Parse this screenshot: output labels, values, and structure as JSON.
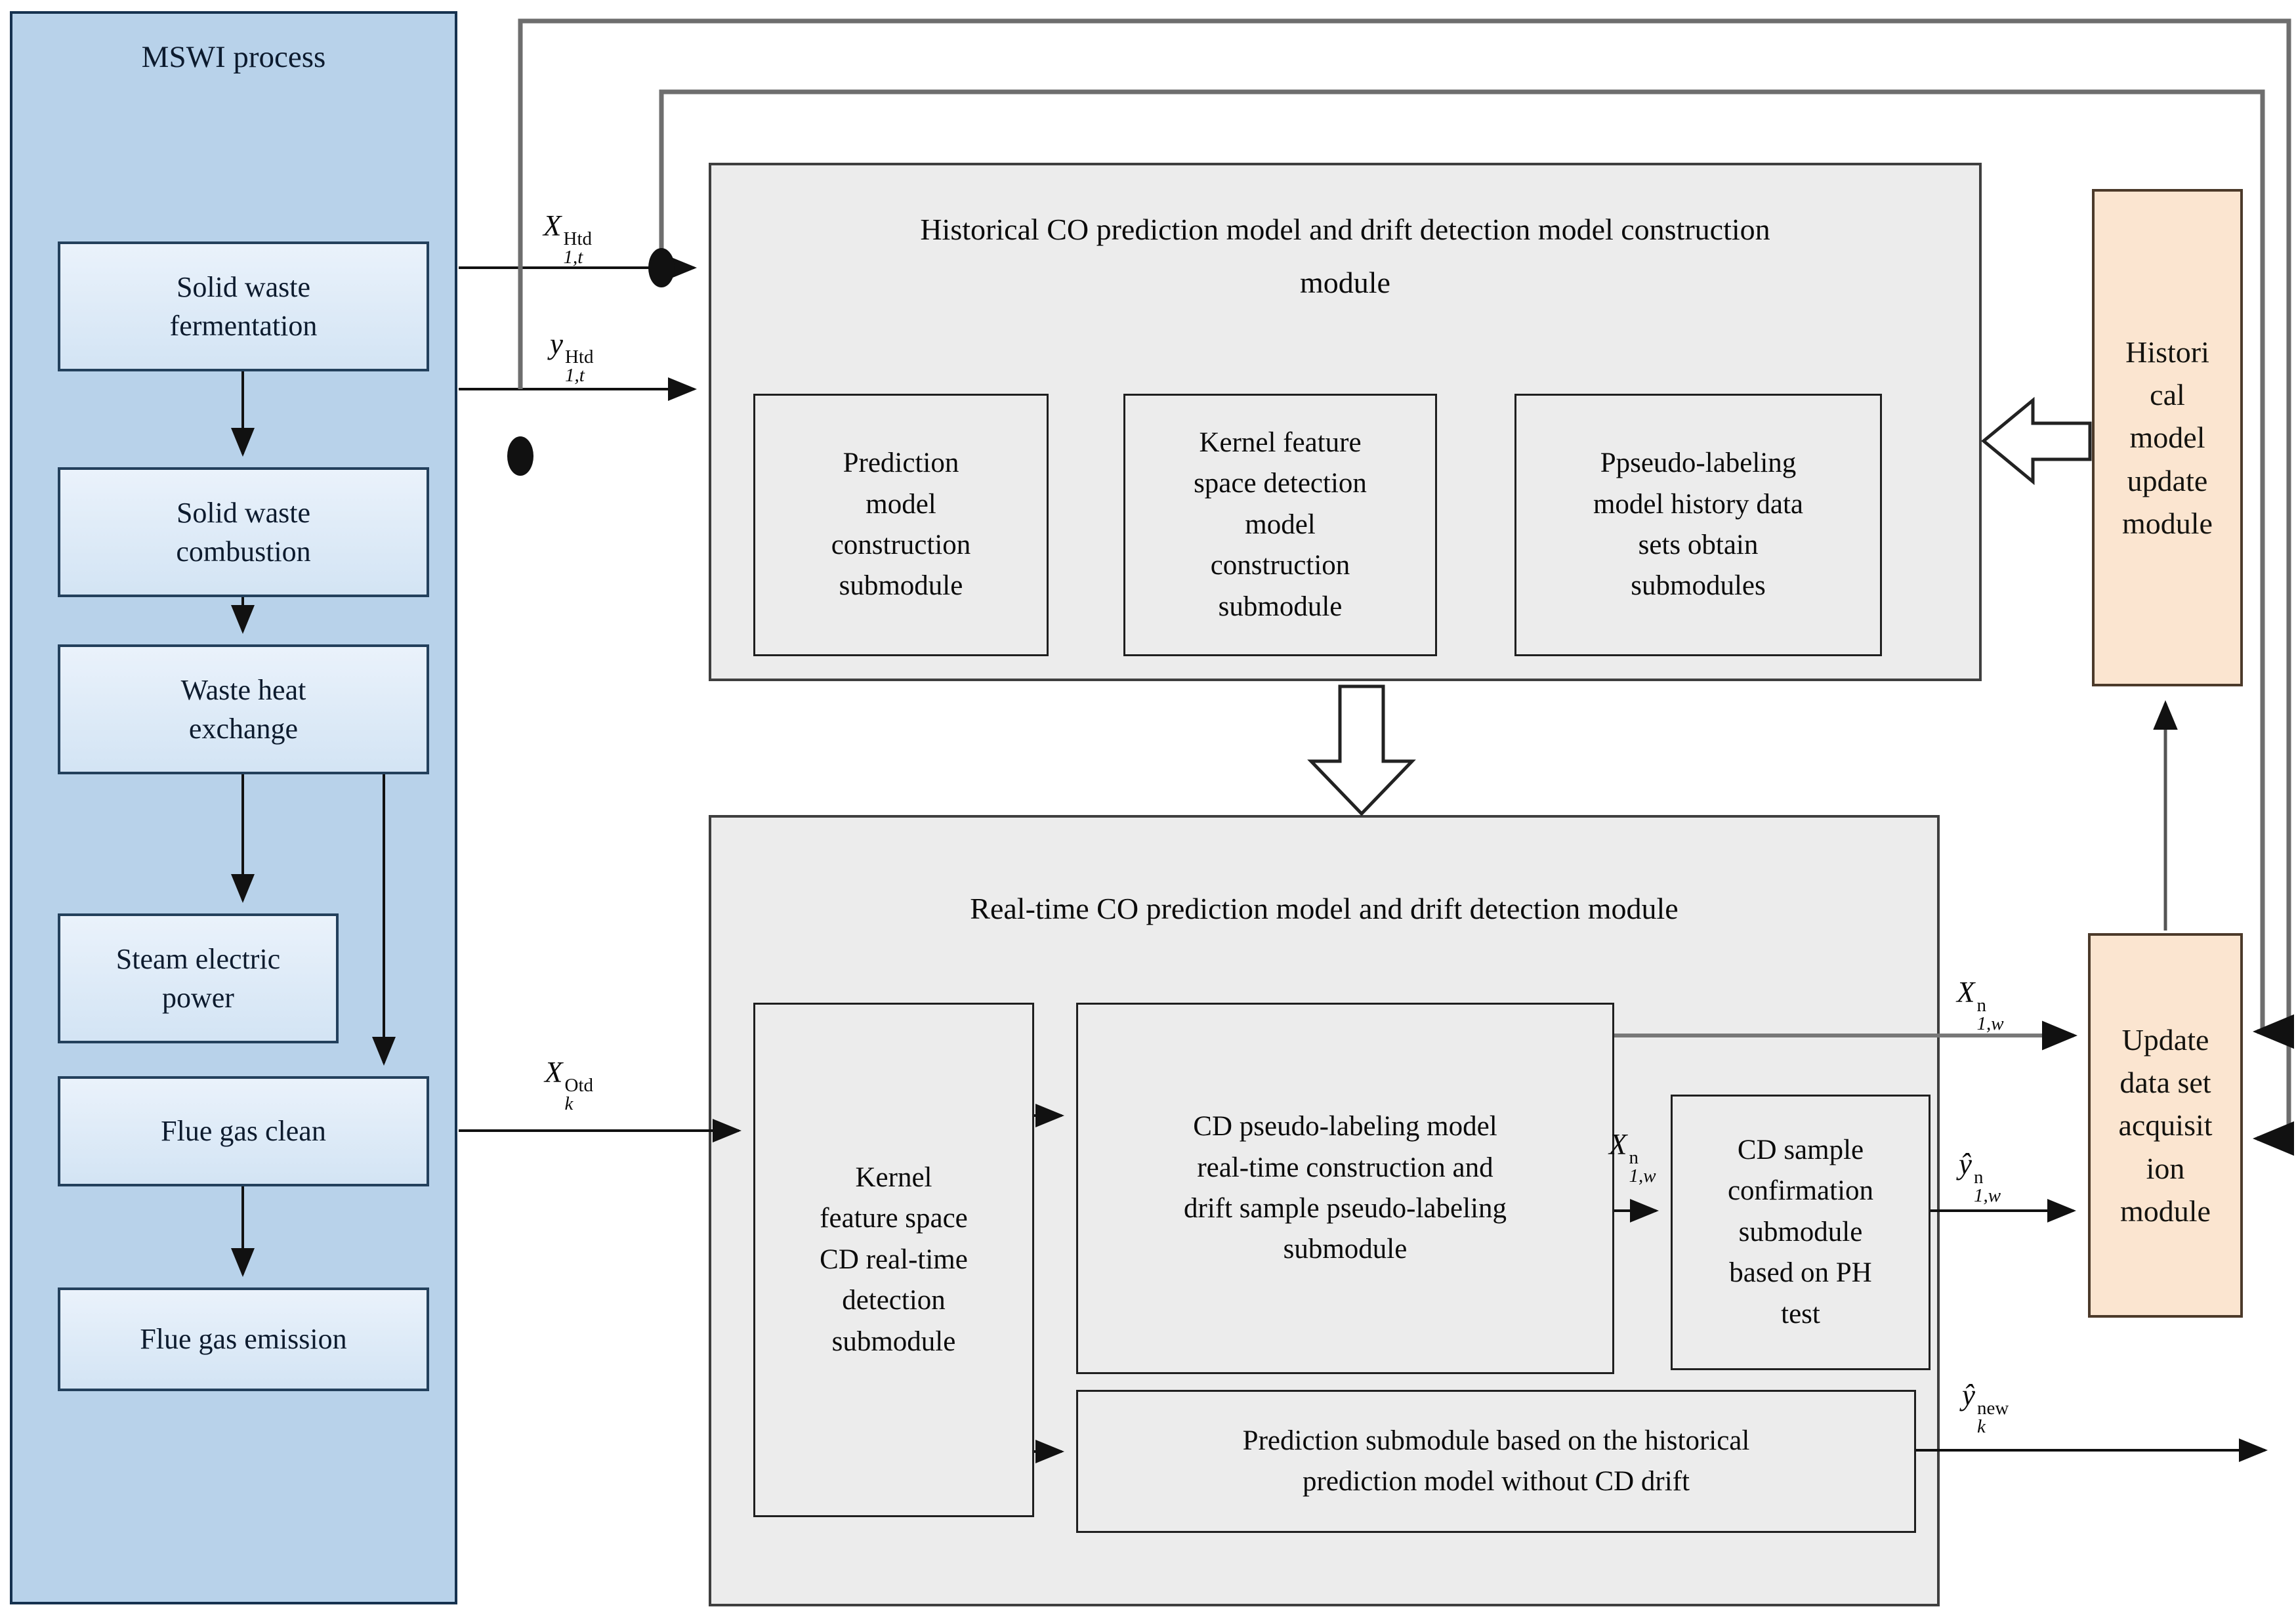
{
  "mswi": {
    "title": "MSWI process",
    "boxes": [
      {
        "id": "solid-waste-fermentation",
        "lines": [
          "Solid waste",
          "fermentation"
        ]
      },
      {
        "id": "solid-waste-combustion",
        "lines": [
          "Solid waste",
          "combustion"
        ]
      },
      {
        "id": "waste-heat-exchange",
        "lines": [
          "Waste heat",
          "exchange"
        ]
      },
      {
        "id": "steam-electric-power",
        "lines": [
          "Steam electric",
          "power"
        ]
      },
      {
        "id": "flue-gas-clean",
        "lines": [
          "Flue gas clean"
        ]
      },
      {
        "id": "flue-gas-emission",
        "lines": [
          "Flue gas emission"
        ]
      }
    ]
  },
  "historical_module": {
    "title_lines": [
      "Historical CO prediction model and drift detection model construction",
      "module"
    ],
    "submodules": [
      {
        "lines": [
          "Prediction",
          "model",
          "construction",
          "submodule"
        ]
      },
      {
        "lines": [
          "Kernel feature",
          "space detection",
          "model",
          "construction",
          "submodule"
        ]
      },
      {
        "lines": [
          "Ppseudo-labeling",
          "model history data",
          "sets obtain",
          "submodules"
        ]
      }
    ]
  },
  "realtime_module": {
    "title": "Real-time CO prediction model and drift detection module",
    "submodules": [
      {
        "lines": [
          "Kernel",
          "feature space",
          "CD real-time",
          "detection",
          "submodule"
        ]
      },
      {
        "lines": [
          "CD pseudo-labeling model",
          "real-time construction and",
          "drift sample pseudo-labeling",
          "submodule"
        ]
      },
      {
        "lines": [
          "CD sample",
          "confirmation",
          "submodule",
          "based on PH",
          "test"
        ]
      },
      {
        "lines": [
          "Prediction submodule based on the historical",
          "prediction model without CD drift"
        ]
      }
    ]
  },
  "side_modules": {
    "historical_update": {
      "lines": [
        "Histori",
        "cal",
        "model",
        "update",
        "module"
      ]
    },
    "update_dataset": {
      "lines": [
        "Update",
        "data set",
        "acquisit",
        "ion",
        "module"
      ]
    }
  },
  "labels": {
    "x_htd": {
      "base": "X",
      "sup": "Htd",
      "sub": "1,t"
    },
    "y_htd": {
      "base": "y",
      "sup": "Htd",
      "sub": "1,t"
    },
    "x_otd": {
      "base": "X",
      "sup": "Otd",
      "sub": "k"
    },
    "x_n_mid": {
      "base": "X",
      "sup": "n",
      "sub": "1,w"
    },
    "x_n_out": {
      "base": "X",
      "sup": "n",
      "sub": "1,w"
    },
    "y_n_out": {
      "base": "ŷ",
      "sup": "n",
      "sub": "1,w"
    },
    "y_new": {
      "base": "ŷ",
      "sup": "new",
      "sub": "k"
    }
  },
  "colors": {
    "panel_blue": "#b8d2ea",
    "process_box_blue": "#dcebf7",
    "module_gray": "#ececec",
    "module_orange": "#fbe5d0",
    "line_black": "#111111",
    "line_gray": "#6e6e6e",
    "border_navy": "#16324f"
  }
}
